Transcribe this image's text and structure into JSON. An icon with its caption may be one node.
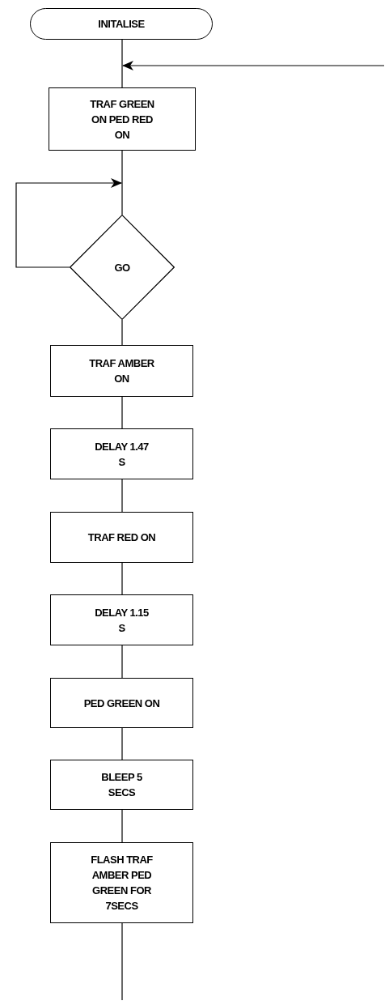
{
  "diagram": {
    "nodes": [
      {
        "text": [
          "INITALISE"
        ]
      },
      {
        "text": [
          "TRAF GREEN ON PED RED ON"
        ]
      },
      {
        "text": [
          "GO"
        ]
      },
      {
        "text": [
          "TRAF AMBER ON"
        ]
      },
      {
        "text": [
          "DELAY 1.47 S"
        ]
      },
      {
        "text": [
          "TRAF RED ON"
        ]
      },
      {
        "text": [
          "DELAY 1.15 S"
        ]
      },
      {
        "text": [
          "PED GREEN ON"
        ]
      },
      {
        "text": [
          "BLEEP 5 SECS"
        ]
      },
      {
        "text": [
          "FLASH TRAF AMBER PED GREEN FOR 7SECS"
        ]
      }
    ],
    "edges": [
      {
        "from": 0,
        "to": 1,
        "arrow": "none"
      },
      {
        "from": null,
        "to": 1,
        "arrow": "to"
      },
      {
        "from": 1,
        "to": 2,
        "arrow": "none"
      },
      {
        "from": 2,
        "to": 2,
        "arrow": "to"
      },
      {
        "from": 2,
        "to": 3,
        "arrow": "none"
      },
      {
        "from": 3,
        "to": 4,
        "arrow": "none"
      },
      {
        "from": 4,
        "to": 5,
        "arrow": "none"
      },
      {
        "from": 5,
        "to": 6,
        "arrow": "none"
      },
      {
        "from": 6,
        "to": 7,
        "arrow": "none"
      },
      {
        "from": 7,
        "to": 8,
        "arrow": "none"
      },
      {
        "from": 8,
        "to": 9,
        "arrow": "none"
      },
      {
        "from": 9,
        "to": null,
        "arrow": "none"
      }
    ]
  }
}
